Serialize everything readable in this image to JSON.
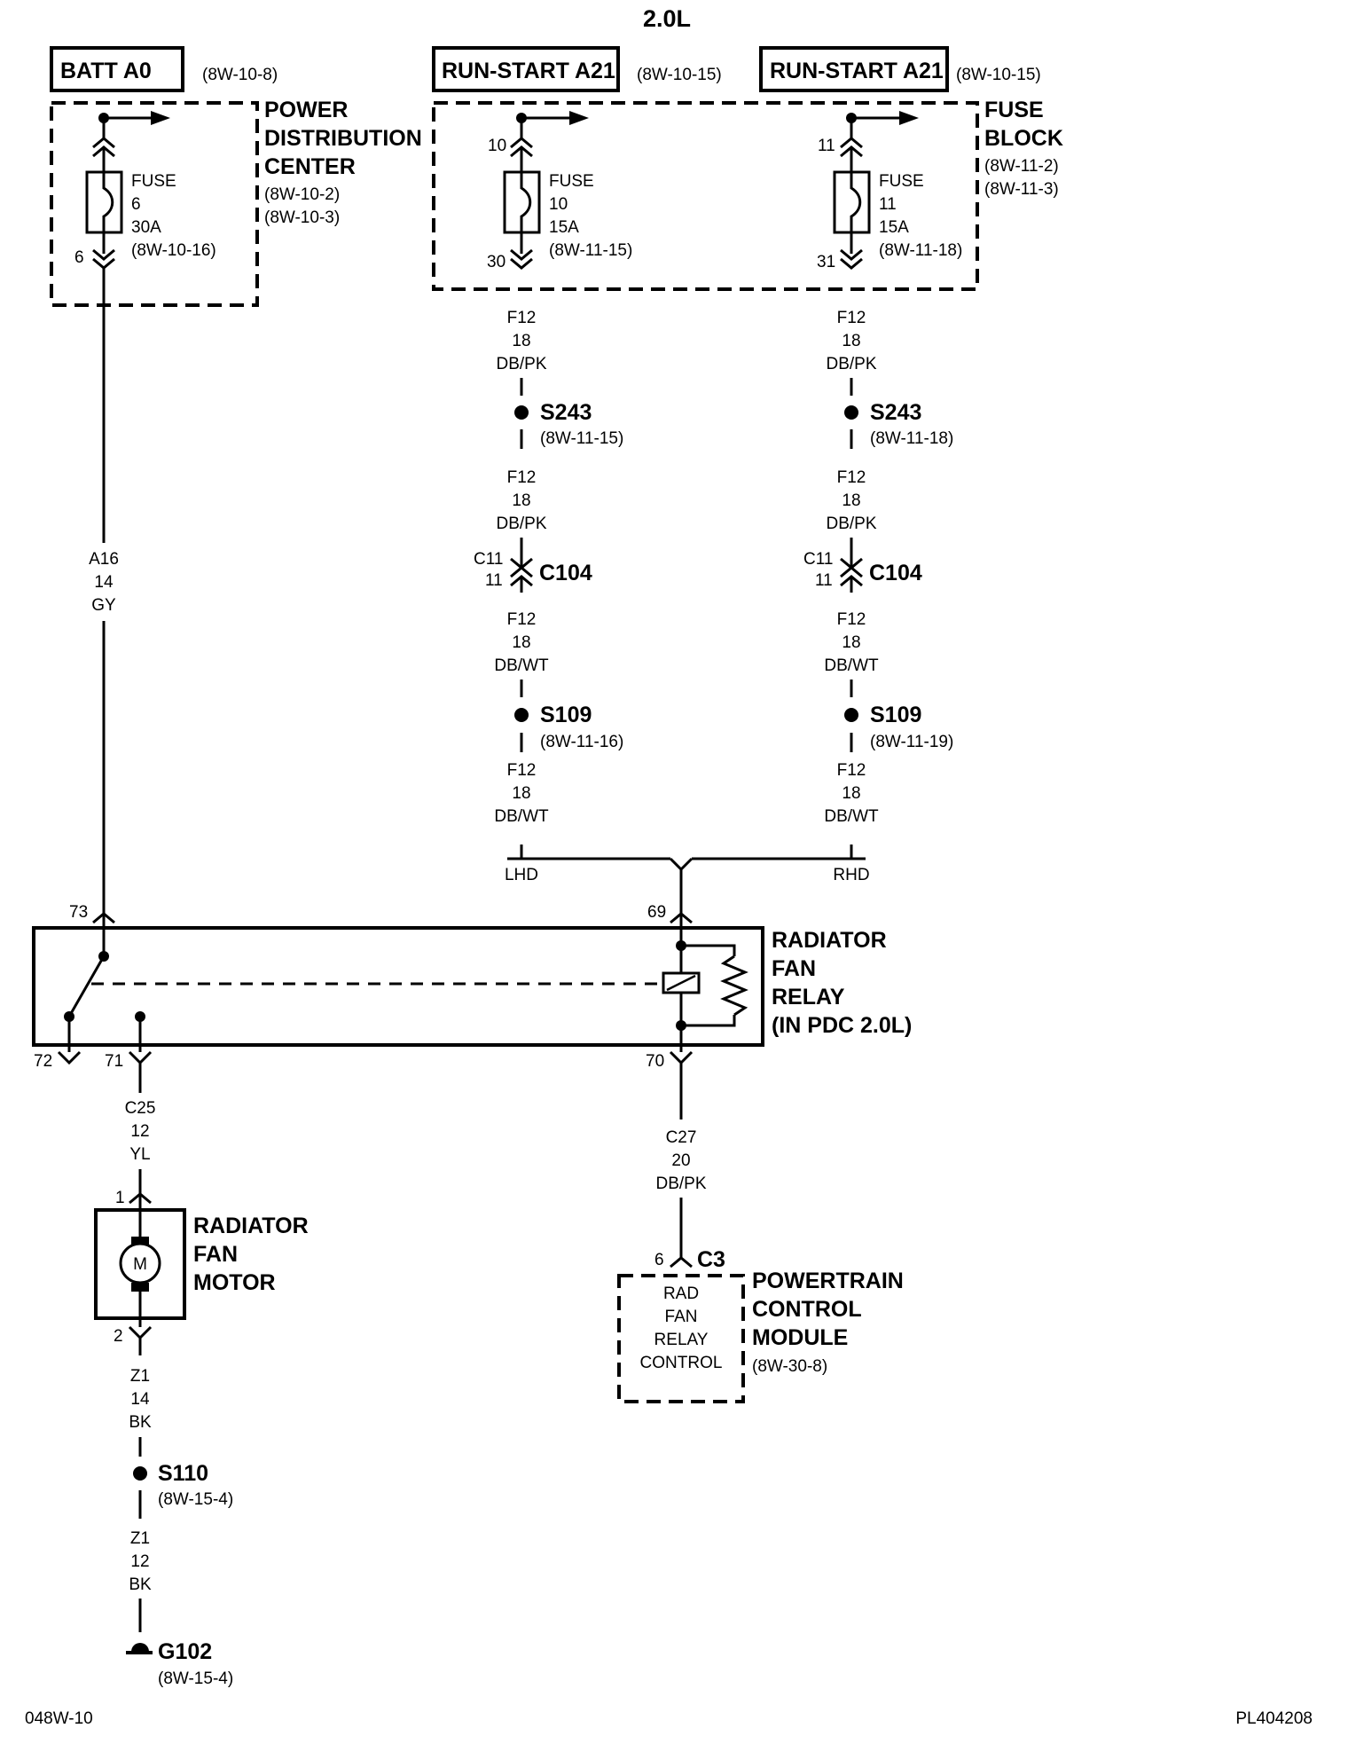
{
  "title": "2.0L",
  "footer": {
    "left": "048W-10",
    "right": "PL404208"
  },
  "sources": [
    {
      "id": "batt",
      "label": "BATT A0",
      "ref": "(8W-10-8)"
    },
    {
      "id": "rs1",
      "label": "RUN-START A21",
      "ref": "(8W-10-15)"
    },
    {
      "id": "rs2",
      "label": "RUN-START A21",
      "ref": "(8W-10-15)"
    }
  ],
  "pdc": {
    "name_lines": [
      "POWER",
      "DISTRIBUTION",
      "CENTER"
    ],
    "refs": [
      "(8W-10-2)",
      "(8W-10-3)"
    ],
    "fuse": {
      "lines": [
        "FUSE",
        "6",
        "30A",
        "(8W-10-16)"
      ],
      "pin_out": "6"
    }
  },
  "fuse_block": {
    "name_lines": [
      "FUSE",
      "BLOCK"
    ],
    "refs": [
      "(8W-11-2)",
      "(8W-11-3)"
    ],
    "fuses": [
      {
        "pin_in": "10",
        "lines": [
          "FUSE",
          "10",
          "15A",
          "(8W-11-15)"
        ],
        "pin_out": "30"
      },
      {
        "pin_in": "11",
        "lines": [
          "FUSE",
          "11",
          "15A",
          "(8W-11-18)"
        ],
        "pin_out": "31"
      }
    ]
  },
  "left_wire": [
    "A16",
    "14",
    "GY"
  ],
  "branches": [
    {
      "w1": [
        "F12",
        "18",
        "DB/PK"
      ],
      "splice1": {
        "name": "S243",
        "ref": "(8W-11-15)"
      },
      "w2": [
        "F12",
        "18",
        "DB/PK"
      ],
      "conn": {
        "pin_a": "C11",
        "pin_b": "11",
        "name": "C104"
      },
      "w3": [
        "F12",
        "18",
        "DB/WT"
      ],
      "splice2": {
        "name": "S109",
        "ref": "(8W-11-16)"
      },
      "w4": [
        "F12",
        "18",
        "DB/WT"
      ],
      "side": "LHD"
    },
    {
      "w1": [
        "F12",
        "18",
        "DB/PK"
      ],
      "splice1": {
        "name": "S243",
        "ref": "(8W-11-18)"
      },
      "w2": [
        "F12",
        "18",
        "DB/PK"
      ],
      "conn": {
        "pin_a": "C11",
        "pin_b": "11",
        "name": "C104"
      },
      "w3": [
        "F12",
        "18",
        "DB/WT"
      ],
      "splice2": {
        "name": "S109",
        "ref": "(8W-11-19)"
      },
      "w4": [
        "F12",
        "18",
        "DB/WT"
      ],
      "side": "RHD"
    }
  ],
  "relay": {
    "name_lines": [
      "RADIATOR",
      "FAN",
      "RELAY",
      "(IN PDC 2.0L)"
    ],
    "pins": {
      "p73": "73",
      "p69": "69",
      "p72": "72",
      "p71": "71",
      "p70": "70"
    }
  },
  "motor_wire": [
    "C25",
    "12",
    "YL"
  ],
  "motor": {
    "name_lines": [
      "RADIATOR",
      "FAN",
      "MOTOR"
    ],
    "symbol": "M",
    "pin_top": "1",
    "pin_bottom": "2"
  },
  "ground_wire_1": [
    "Z1",
    "14",
    "BK"
  ],
  "splice_s110": {
    "name": "S110",
    "ref": "(8W-15-4)"
  },
  "ground_wire_2": [
    "Z1",
    "12",
    "BK"
  ],
  "ground": {
    "name": "G102",
    "ref": "(8W-15-4)"
  },
  "pcm_wire": [
    "C27",
    "20",
    "DB/PK"
  ],
  "pcm": {
    "pin": "6",
    "connector": "C3",
    "inner_lines": [
      "RAD",
      "FAN",
      "RELAY",
      "CONTROL"
    ],
    "name_lines": [
      "POWERTRAIN",
      "CONTROL",
      "MODULE"
    ],
    "ref": "(8W-30-8)"
  }
}
